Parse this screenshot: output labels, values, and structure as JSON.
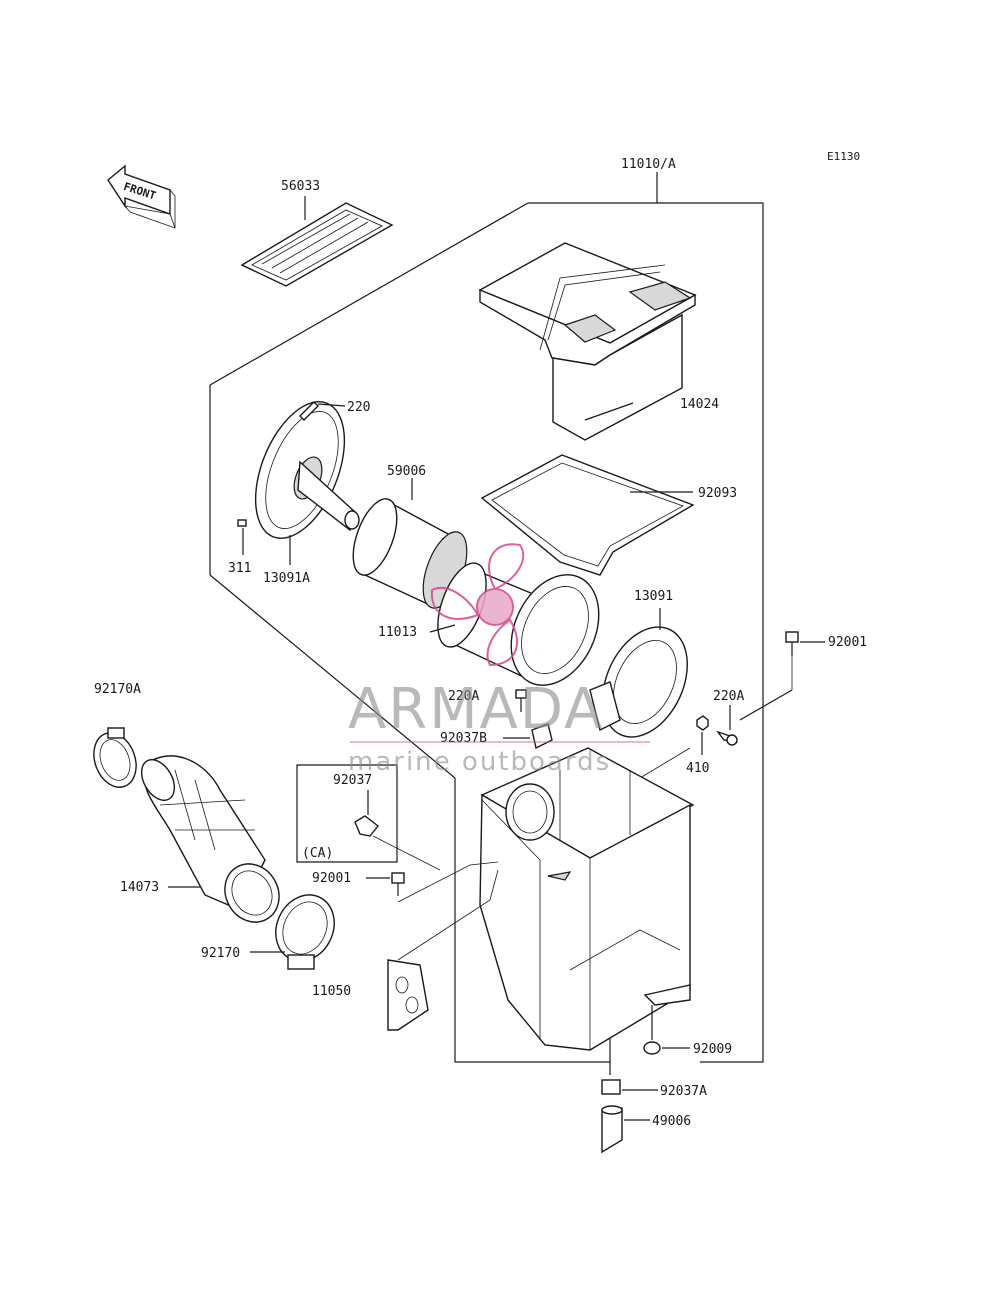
{
  "diagram": {
    "code": "E1130",
    "front_label": "FRONT",
    "labels": {
      "p11010A": "11010/A",
      "p56033": "56033",
      "p14024": "14024",
      "p220": "220",
      "p59006": "59006",
      "p92093": "92093",
      "p311": "311",
      "p13091A": "13091A",
      "p11013": "11013",
      "p13091": "13091",
      "p92001_right": "92001",
      "p92170A": "92170A",
      "p220A_center": "220A",
      "p220A_right": "220A",
      "p92037B": "92037B",
      "p410": "410",
      "p92037": "92037",
      "pCA": "(CA)",
      "p92001_left": "92001",
      "p14073": "14073",
      "p92170": "92170",
      "p11050": "11050",
      "p92009": "92009",
      "p92037A": "92037A",
      "p49006": "49006"
    }
  },
  "watermark": {
    "brand": "ARMADA",
    "tagline": "marine outboards",
    "color": "#d6468a"
  }
}
